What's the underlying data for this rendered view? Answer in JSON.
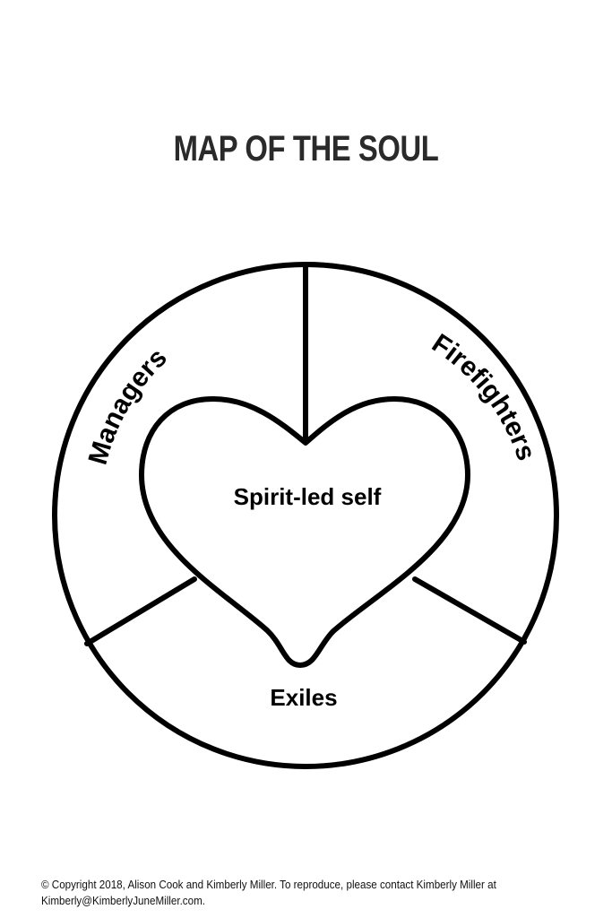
{
  "title": "MAP OF THE SOUL",
  "sections": {
    "managers": "Managers",
    "firefighters": "Firefighters",
    "exiles": "Exiles",
    "center": "Spirit-led self"
  },
  "footer": {
    "line1": "© Copyright 2018, Alison Cook and Kimberly Miller. To reproduce, please contact Kimberly Miller at",
    "line2": "Kimberly@KimberlyJuneMiller.com."
  },
  "colors": {
    "ink": "#000000",
    "title": "#2a2a2a",
    "background": "#ffffff"
  }
}
